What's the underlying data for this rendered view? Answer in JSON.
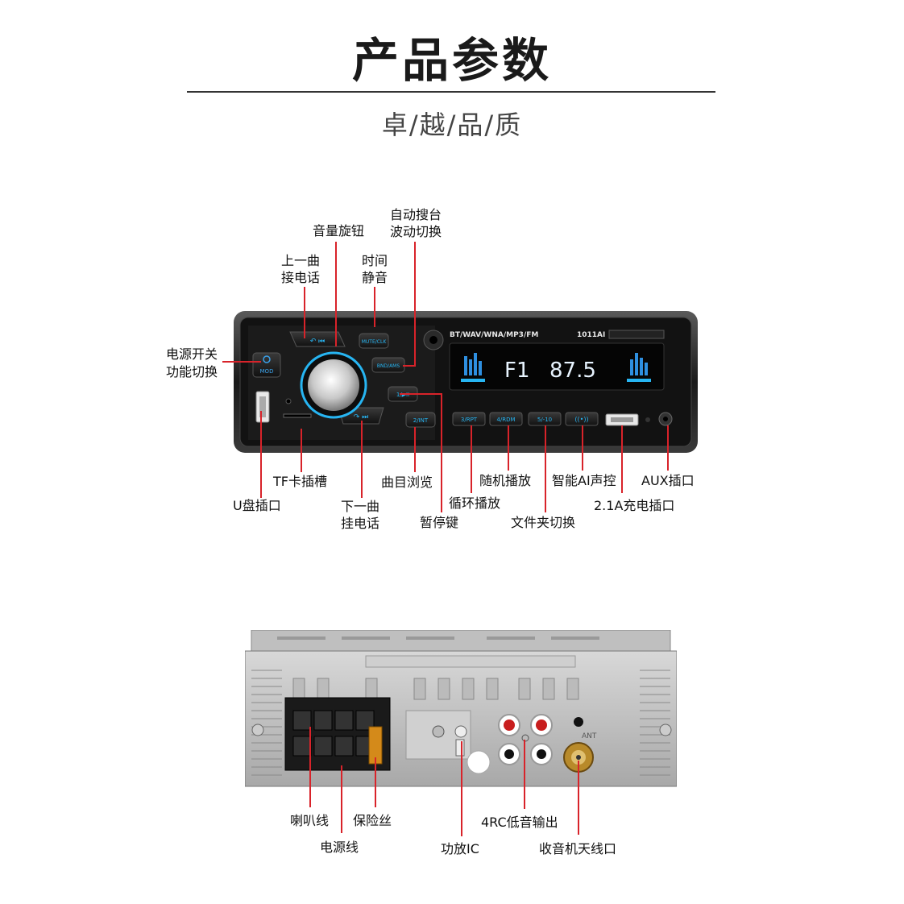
{
  "heading": {
    "title": "产品参数",
    "subtitle": "卓/越/品/质"
  },
  "front_panel": {
    "top_strip": "BT/WAV/WNA/MP3/FM",
    "model": "1011AI",
    "display": {
      "band": "F1",
      "frequency": "87.5"
    },
    "buttons": {
      "mod": "MOD",
      "mute": "MUTE/CLK",
      "band": "BND/AMS",
      "play": "1/▶II",
      "int": "2/INT",
      "rpt": "3/RPT",
      "rdm": "4/RDM",
      "folder": "5/-10"
    },
    "labels": {
      "volume": "音量旋钮",
      "auto_search_1": "自动搜台",
      "auto_search_2": "波动切换",
      "prev_1": "上一曲",
      "prev_2": "接电话",
      "time_1": "时间",
      "time_2": "静音",
      "power_1": "电源开关",
      "power_2": "功能切换",
      "tf": "TF卡插槽",
      "usb": "U盘插口",
      "next_1": "下一曲",
      "next_2": "挂电话",
      "browse": "曲目浏览",
      "pause": "暂停键",
      "loop": "循环播放",
      "random": "随机播放",
      "folder": "文件夹切换",
      "ai_voice": "智能AI声控",
      "charge": "2.1A充电插口",
      "aux": "AUX插口"
    }
  },
  "back_panel": {
    "ant_mark": "ANT",
    "labels": {
      "speaker": "喇叭线",
      "fuse": "保险丝",
      "power": "电源线",
      "amp": "功放IC",
      "rca": "4RC低音输出",
      "antenna": "收音机天线口"
    }
  },
  "colors": {
    "accent": "#d8232a",
    "display": "#2e8fe0",
    "glow": "#27b5f2"
  }
}
